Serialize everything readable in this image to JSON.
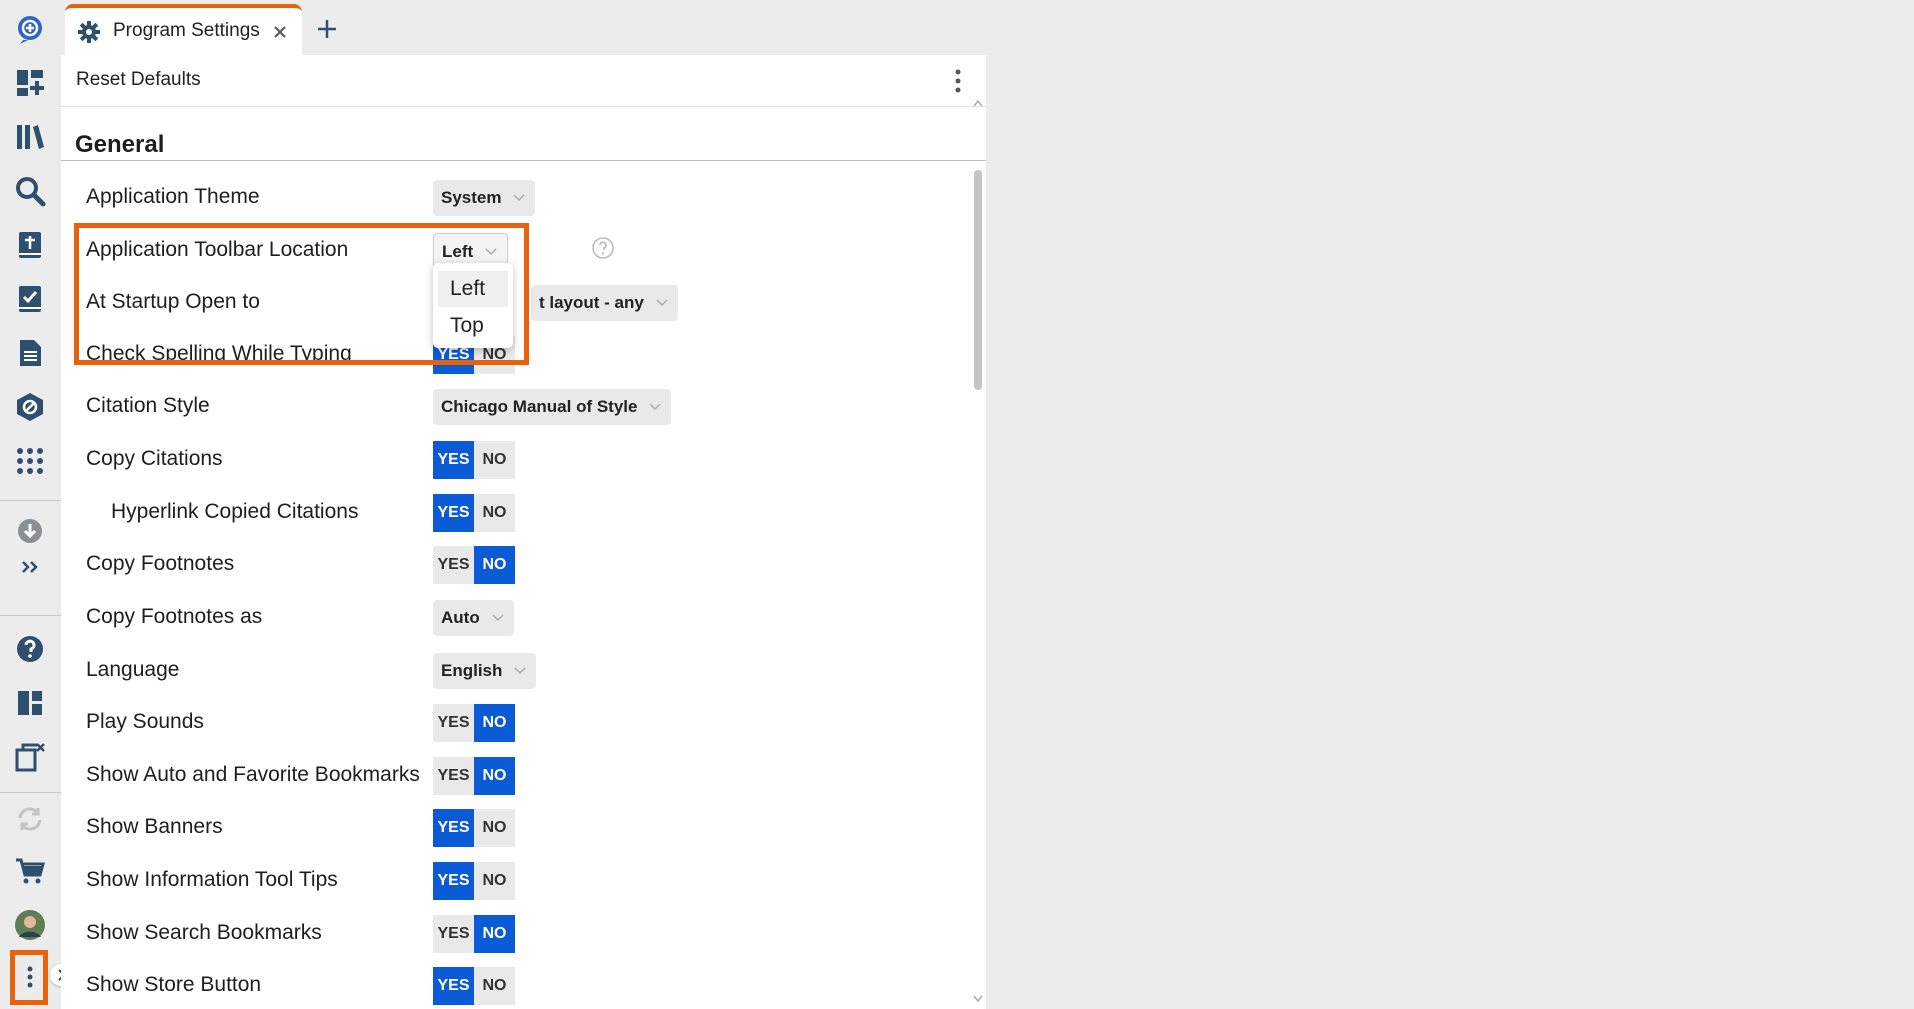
{
  "tab": {
    "title": "Program Settings"
  },
  "header": {
    "reset_label": "Reset Defaults"
  },
  "section": {
    "title": "General"
  },
  "settings": [
    {
      "label": "Application Theme",
      "type": "select",
      "value": "System"
    },
    {
      "label": "Application Toolbar Location",
      "type": "select",
      "value": "Left"
    },
    {
      "label": "At Startup Open to",
      "type": "select",
      "value": "t layout - any"
    },
    {
      "label": "Check Spelling While Typing",
      "type": "toggle",
      "value": "YES"
    },
    {
      "label": "Citation Style",
      "type": "select",
      "value": "Chicago Manual of Style"
    },
    {
      "label": "Copy Citations",
      "type": "toggle",
      "value": "YES"
    },
    {
      "label": "Hyperlink Copied Citations",
      "type": "toggle",
      "value": "YES"
    },
    {
      "label": "Copy Footnotes",
      "type": "toggle",
      "value": "NO"
    },
    {
      "label": "Copy Footnotes as",
      "type": "select",
      "value": "Auto"
    },
    {
      "label": "Language",
      "type": "select",
      "value": "English"
    },
    {
      "label": "Play Sounds",
      "type": "toggle",
      "value": "NO"
    },
    {
      "label": "Show Auto and Favorite Bookmarks",
      "type": "toggle",
      "value": "NO"
    },
    {
      "label": "Show Banners",
      "type": "toggle",
      "value": "YES"
    },
    {
      "label": "Show Information Tool Tips",
      "type": "toggle",
      "value": "YES"
    },
    {
      "label": "Show Search Bookmarks",
      "type": "toggle",
      "value": "NO"
    },
    {
      "label": "Show Store Button",
      "type": "toggle",
      "value": "YES"
    }
  ],
  "toggle": {
    "yes": "YES",
    "no": "NO"
  },
  "dropdown": {
    "options": [
      "Left",
      "Top"
    ],
    "selected": "Left"
  },
  "colors": {
    "accent": "#0b5bd7",
    "highlight": "#e8620e"
  }
}
